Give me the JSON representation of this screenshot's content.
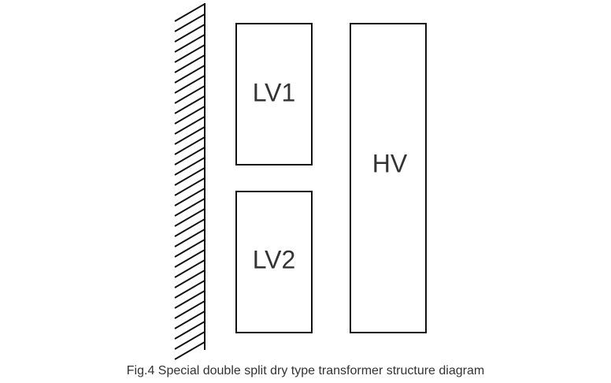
{
  "diagram": {
    "windings": {
      "lv1": "LV1",
      "lv2": "LV2",
      "hv": "HV"
    },
    "caption": "Fig.4 Special double split dry type transformer structure diagram",
    "colors": {
      "stroke": "#111111",
      "text": "#333333",
      "background": "#ffffff"
    }
  }
}
